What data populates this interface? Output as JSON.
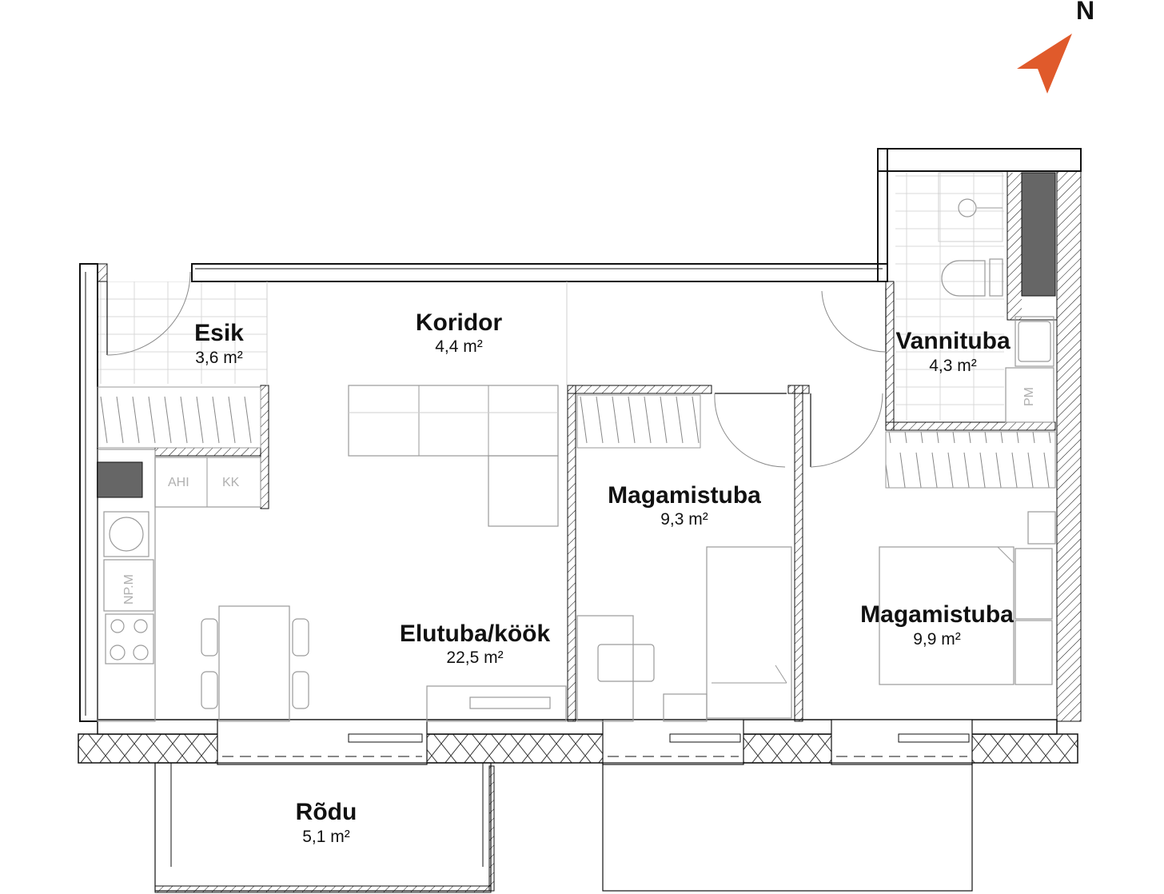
{
  "compass": {
    "label": "N",
    "color": "#e05a2b"
  },
  "rooms": {
    "esik": {
      "name": "Esik",
      "area": "3,6 m²"
    },
    "koridor": {
      "name": "Koridor",
      "area": "4,4 m²"
    },
    "vannituba": {
      "name": "Vannituba",
      "area": "4,3 m²"
    },
    "magamistuba1": {
      "name": "Magamistuba",
      "area": "9,3 m²"
    },
    "magamistuba2": {
      "name": "Magamistuba",
      "area": "9,9 m²"
    },
    "elutuba": {
      "name": "Elutuba/köök",
      "area": "22,5 m²"
    },
    "rodu": {
      "name": "Rõdu",
      "area": "5,1 m²"
    }
  },
  "appliances": {
    "oven": "AHI",
    "fridge": "KK",
    "dishwasher": "NP.M",
    "washer": "PM"
  },
  "colors": {
    "wall": "#111111",
    "fixture": "#666666",
    "outline": "#9a9a9a"
  }
}
